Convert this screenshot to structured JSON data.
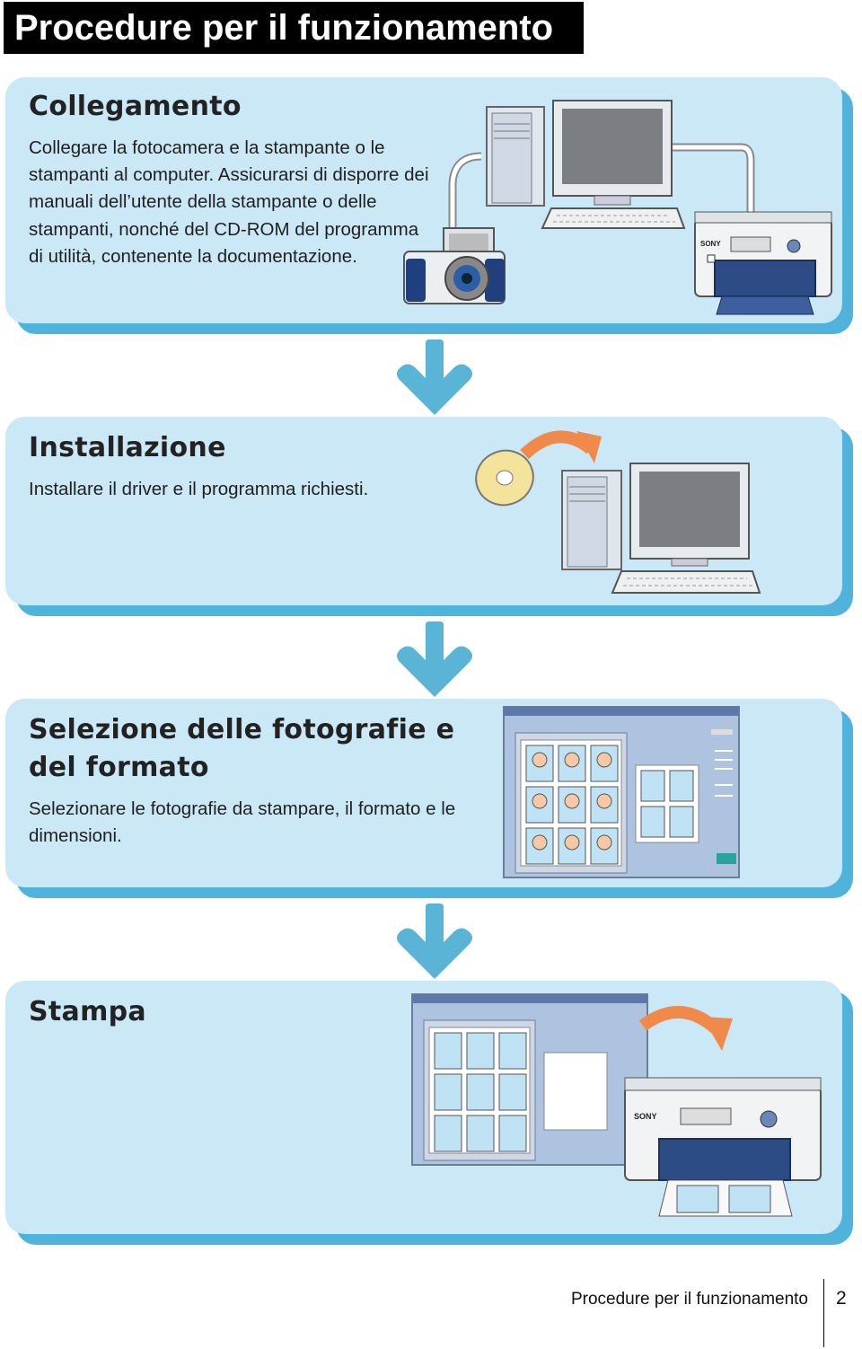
{
  "header": {
    "title": "Procedure per il funzionamento"
  },
  "steps": [
    {
      "heading": "Collegamento",
      "text": "Collegare la fotocamera e la stampante o le stampanti al computer. Assicurarsi di disporre dei manuali dell’utente della stampante o delle stampanti, nonché del CD-ROM del programma di utilità, contenente la documentazione.",
      "illustration": "computer-camera-printer-connection"
    },
    {
      "heading": "Installazione",
      "text": "Installare il driver e il programma richiesti.",
      "illustration": "cd-install-to-computer"
    },
    {
      "heading": "Selezione delle fotografie e del formato",
      "text": "Selezionare le fotografie da stampare, il formato e le dimensioni.",
      "illustration": "photo-selection-software-window"
    },
    {
      "heading": "Stampa",
      "text": "",
      "illustration": "software-window-to-printer"
    }
  ],
  "footer": {
    "section": "Procedure per il funzionamento",
    "page_number": "2"
  },
  "colors": {
    "panel_bg": "#cbe8f7",
    "panel_shadow": "#4fb3db",
    "arrow": "#5ab4d6",
    "title_bar": "#000000"
  },
  "brand": {
    "printer_logo": "SONY"
  }
}
